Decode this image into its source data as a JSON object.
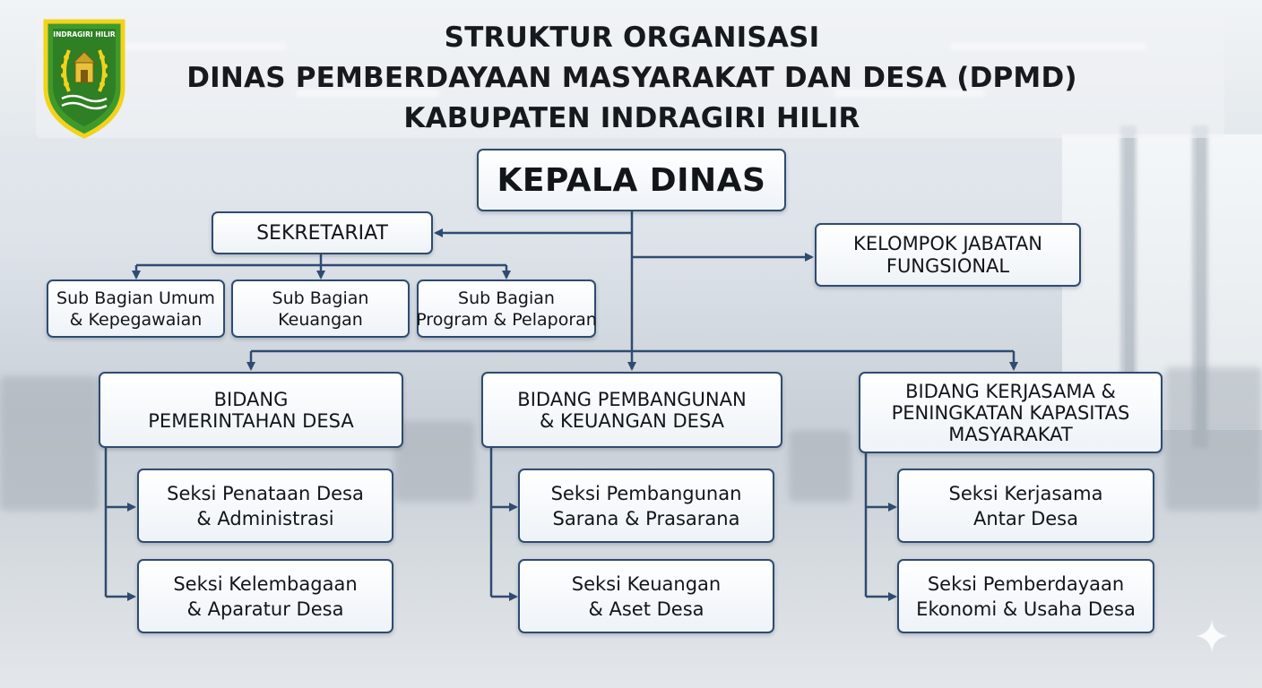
{
  "header": {
    "line1": "STRUKTUR ORGANISASI",
    "line2": "DINAS PEMBERDAYAAN MASYARAKAT DAN DESA (DPMD)",
    "line3": "KABUPATEN INDRAGIRI HILIR"
  },
  "logo": {
    "text": "INDRAGIRI HILIR",
    "icon": "regency-crest-icon",
    "colors": {
      "shield": "#3f9a2e",
      "border": "#f3d21c",
      "inner": "#2f7f24"
    }
  },
  "colors": {
    "line": "#2f4b70",
    "box_border": "#2f4b70"
  },
  "org": {
    "kepala": "KEPALA DINAS",
    "sekretariat": "SEKRETARIAT",
    "kelompok": {
      "line1": "KELOMPOK JABATAN",
      "line2": "FUNGSIONAL"
    },
    "subbagian": [
      {
        "line1": "Sub Bagian Umum",
        "line2": "& Kepegawaian"
      },
      {
        "line1": "Sub Bagian",
        "line2": "Keuangan"
      },
      {
        "line1": "Sub Bagian",
        "line2": "Program & Pelaporan"
      }
    ],
    "bidang": [
      {
        "lines": [
          "BIDANG",
          "PEMERINTAHAN DESA"
        ],
        "seksi": [
          {
            "line1": "Seksi Penataan Desa",
            "line2": "& Administrasi"
          },
          {
            "line1": "Seksi Kelembagaan",
            "line2": "& Aparatur Desa"
          }
        ]
      },
      {
        "lines": [
          "BIDANG PEMBANGUNAN",
          "& KEUANGAN DESA"
        ],
        "seksi": [
          {
            "line1": "Seksi Pembangunan",
            "line2": "Sarana & Prasarana"
          },
          {
            "line1": "Seksi Keuangan",
            "line2": "& Aset Desa"
          }
        ]
      },
      {
        "lines": [
          "BIDANG KERJASAMA &",
          "PENINGKATAN KAPASITAS",
          "MASYARAKAT"
        ],
        "seksi": [
          {
            "line1": "Seksi Kerjasama",
            "line2": "Antar Desa"
          },
          {
            "line1": "Seksi Pemberdayaan",
            "line2": "Ekonomi & Usaha Desa"
          }
        ]
      }
    ]
  }
}
